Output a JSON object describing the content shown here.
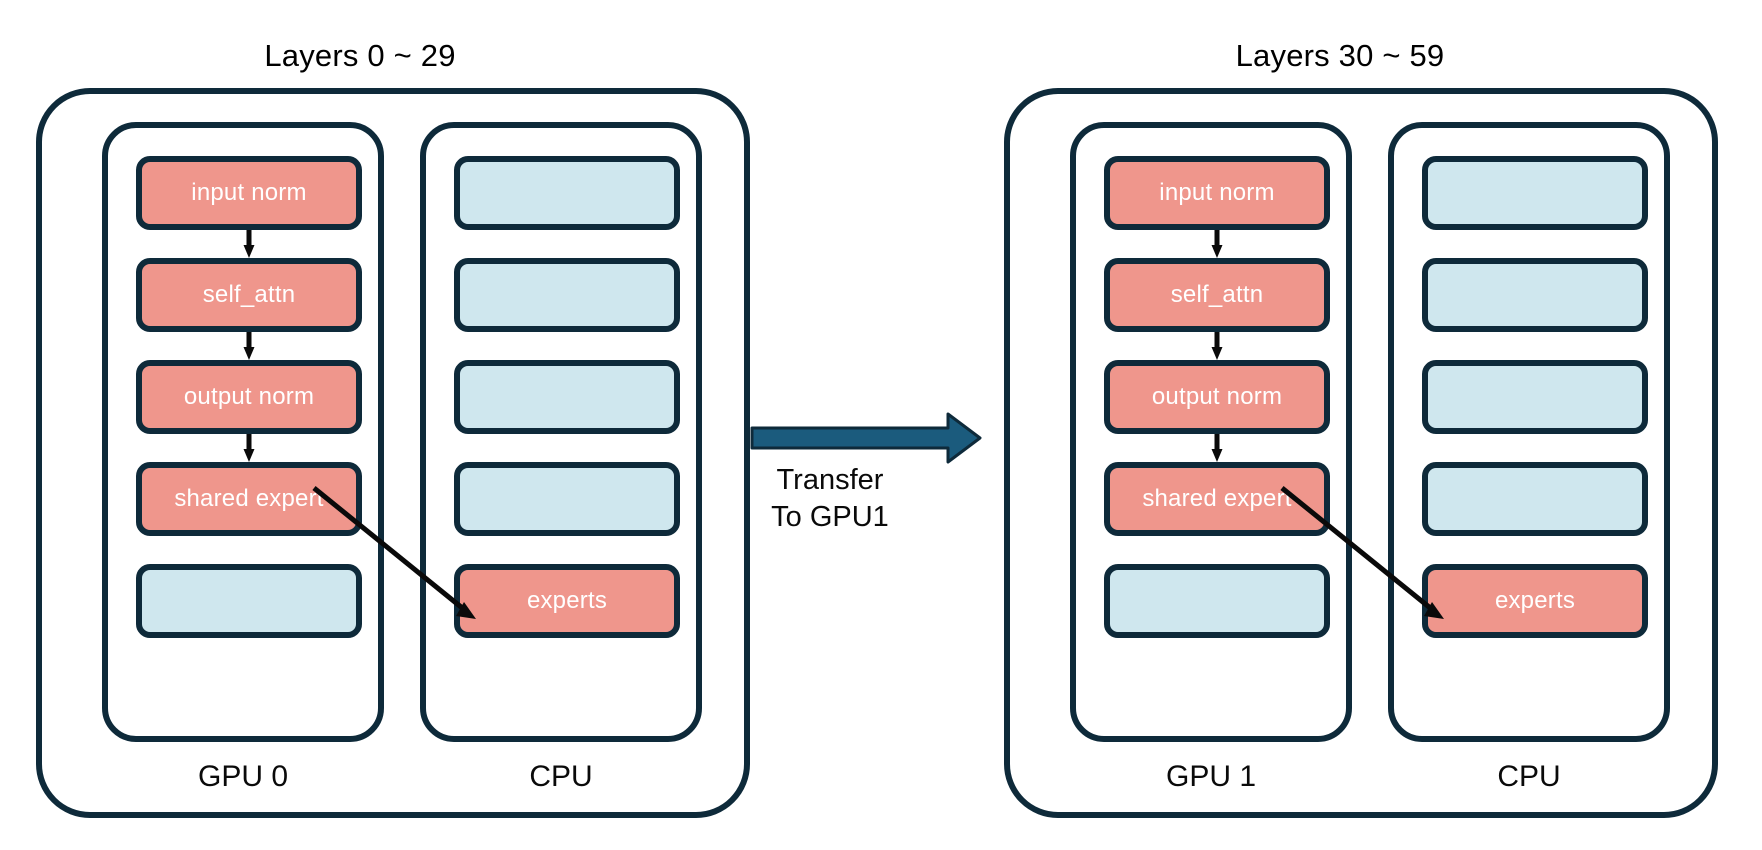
{
  "diagram": {
    "title_left": "Layers 0 ~ 29",
    "title_right": "Layers 30 ~ 59",
    "transfer": {
      "label": "Transfer\nTo GPU1",
      "arrow_color": "#1b5b7d",
      "arrow_icon": "right-arrow-icon"
    },
    "colors": {
      "active_block": "#ef968c",
      "idle_block": "#cfe7ee",
      "outline": "#0e2a3a",
      "text_on_block": "#ffffff",
      "transfer_arrow": "#1b5b7d",
      "background": "#ffffff"
    },
    "groups": [
      {
        "id": "group-left",
        "title": "Layers 0 ~ 29",
        "columns": [
          {
            "id": "gpu0",
            "label": "GPU 0",
            "blocks": [
              {
                "label": "input norm",
                "state": "active"
              },
              {
                "label": "self_attn",
                "state": "active"
              },
              {
                "label": "output norm",
                "state": "active"
              },
              {
                "label": "shared expert",
                "state": "active"
              },
              {
                "label": "",
                "state": "idle"
              }
            ]
          },
          {
            "id": "cpu0",
            "label": "CPU",
            "blocks": [
              {
                "label": "",
                "state": "idle"
              },
              {
                "label": "",
                "state": "idle"
              },
              {
                "label": "",
                "state": "idle"
              },
              {
                "label": "",
                "state": "idle"
              },
              {
                "label": "experts",
                "state": "active"
              }
            ]
          }
        ]
      },
      {
        "id": "group-right",
        "title": "Layers 30 ~ 59",
        "columns": [
          {
            "id": "gpu1",
            "label": "GPU 1",
            "blocks": [
              {
                "label": "input norm",
                "state": "active"
              },
              {
                "label": "self_attn",
                "state": "active"
              },
              {
                "label": "output norm",
                "state": "active"
              },
              {
                "label": "shared expert",
                "state": "active"
              },
              {
                "label": "",
                "state": "idle"
              }
            ]
          },
          {
            "id": "cpu1",
            "label": "CPU",
            "blocks": [
              {
                "label": "",
                "state": "idle"
              },
              {
                "label": "",
                "state": "idle"
              },
              {
                "label": "",
                "state": "idle"
              },
              {
                "label": "",
                "state": "idle"
              },
              {
                "label": "experts",
                "state": "active"
              }
            ]
          }
        ]
      }
    ]
  }
}
